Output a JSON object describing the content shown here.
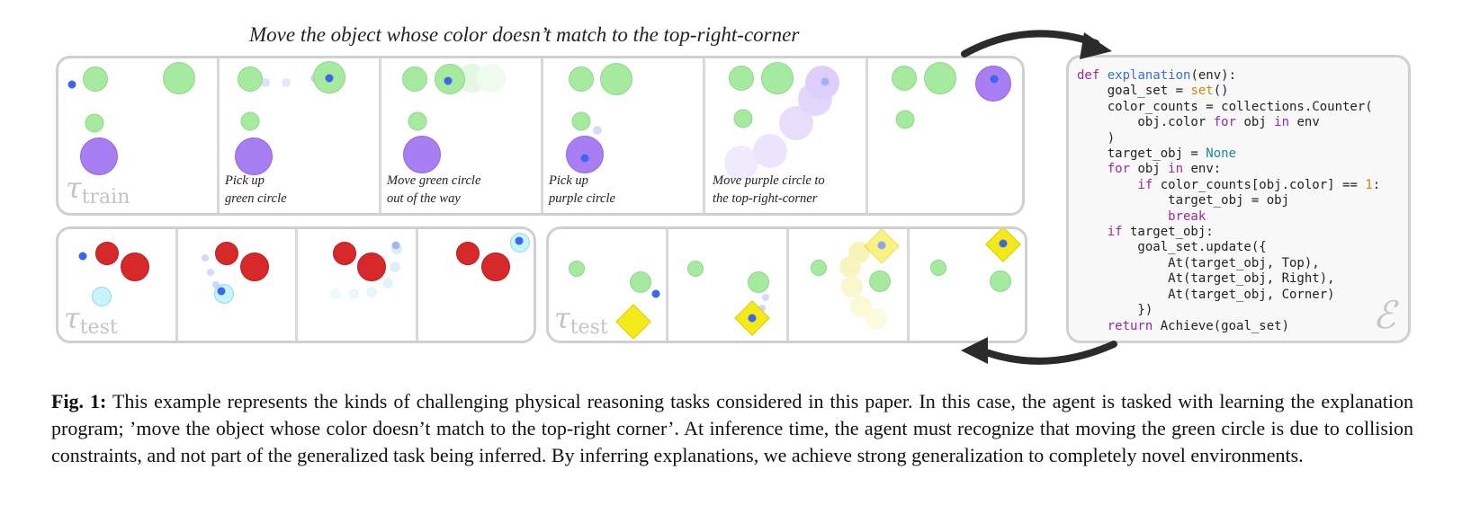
{
  "figure": {
    "title": "Move the object whose color doesn’t match to the top-right-corner",
    "train_label_tau": "τ",
    "train_label_sub": "train",
    "test_label_tau": "τ",
    "test_label_sub": "test",
    "steps": {
      "step1_line1": "Pick up",
      "step1_line2": "green circle",
      "step2_line1": "Move green circle",
      "step2_line2": "out of the way",
      "step3_line1": "Pick up",
      "step3_line2": "purple circle",
      "step4_line1": "Move purple circle to",
      "step4_line2": "the top-right-corner"
    },
    "explanation_symbol": "ℰ",
    "colors": {
      "green": "#a6eaa0",
      "purple": "#a77ff2",
      "red": "#d7282a",
      "cyan": "#c6f4f8",
      "yellow": "#f4ea1a",
      "gripper": "#3b66ef",
      "arrow": "#2b2b2b"
    }
  },
  "code": {
    "l1_kw": "def",
    "l1_fn": "explanation",
    "l1_rest": "(env):",
    "l2_a": "    goal_set = ",
    "l2_b": "set",
    "l2_c": "()",
    "l3": "    color_counts = collections.Counter(",
    "l4_a": "        obj.color ",
    "l4_for": "for",
    "l4_b": " obj ",
    "l4_in": "in",
    "l4_c": " env",
    "l5": "    )",
    "l6_a": "    target_obj = ",
    "l6_none": "None",
    "l7_for": "    for",
    "l7_b": " obj ",
    "l7_in": "in",
    "l7_c": " env:",
    "l8_if": "        if",
    "l8_b": " color_counts[obj.color] == ",
    "l8_num": "1",
    "l8_c": ":",
    "l9": "            target_obj = obj",
    "l10": "            break",
    "l11_if": "    if",
    "l11_b": " target_obj:",
    "l12": "        goal_set.update({",
    "l13": "            At(target_obj, Top),",
    "l14": "            At(target_obj, Right),",
    "l15": "            At(target_obj, Corner)",
    "l16": "        })",
    "l17_ret": "    return",
    "l17_b": " Achieve(goal_set)"
  },
  "caption": {
    "label": "Fig. 1:",
    "text": " This example represents the kinds of challenging physical reasoning tasks considered in this paper. In this case, the agent is tasked with learning the explanation program; ’move the object whose color doesn’t match to the top-right corner’. At inference time, the agent must recognize that moving the green circle is due to collision constraints, and not part of the generalized task being inferred. By inferring explanations, we achieve strong generalization to completely novel environments."
  }
}
